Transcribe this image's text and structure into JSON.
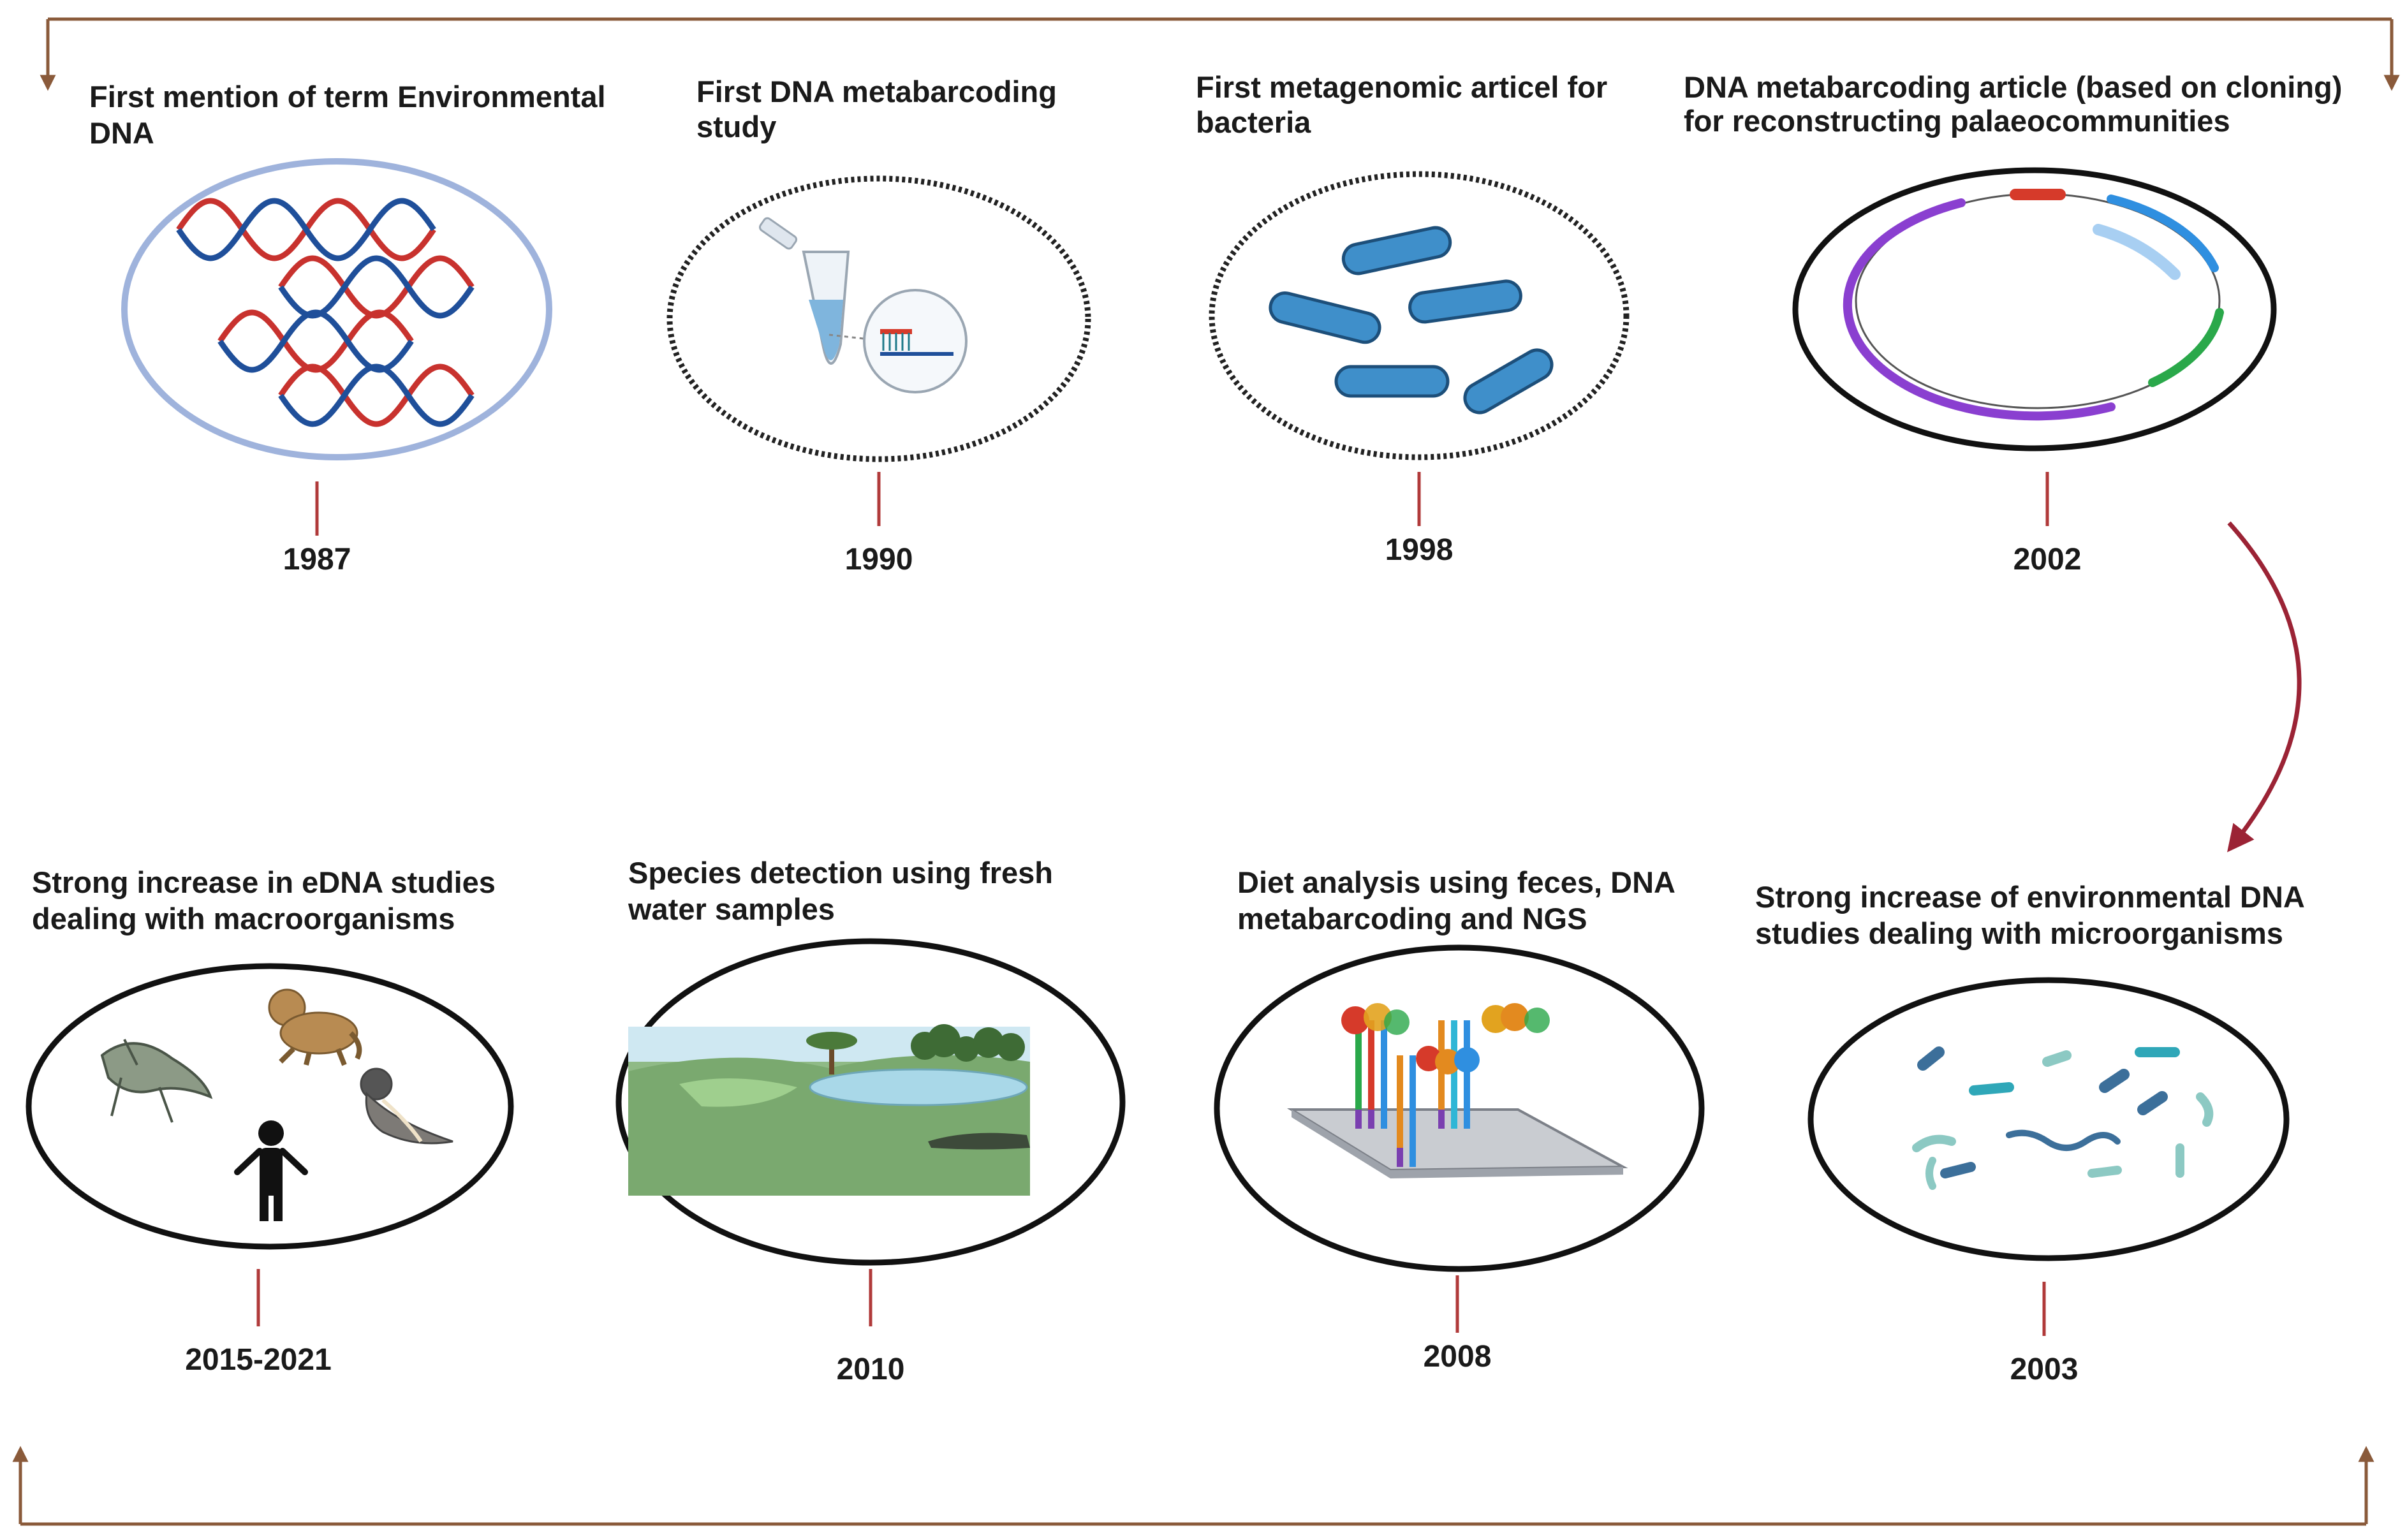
{
  "colors": {
    "frame_arrow": "#8a5a3a",
    "tick": "#b03a3a",
    "curve_arrow": "#9b2335",
    "dna_red": "#c8322e",
    "dna_blue": "#1f4f9a",
    "bacteria": "#3f8fca",
    "plasmid_purple": "#8a3fd0",
    "plasmid_blue": "#2f8fe0",
    "plasmid_green": "#2aa84a",
    "plasmid_red": "#d63a2a"
  },
  "events": [
    {
      "id": "e1987",
      "title_lines": [
        "First mention of term Environmental",
        "DNA"
      ],
      "year": "1987",
      "icon": "dna-double-helix-icon"
    },
    {
      "id": "e1990",
      "title_lines": [
        "First DNA metabarcoding",
        "study"
      ],
      "year": "1990",
      "icon": "pcr-tube-icon"
    },
    {
      "id": "e1998",
      "title_lines": [
        "First metagenomic articel for",
        "bacteria"
      ],
      "year": "1998",
      "icon": "bacteria-icon"
    },
    {
      "id": "e2002",
      "title_lines": [
        "DNA metabarcoding article (based on cloning)",
        "for reconstructing palaeocommunities"
      ],
      "year": "2002",
      "icon": "plasmid-icon"
    },
    {
      "id": "e2003",
      "title_lines": [
        "Strong increase of environmental DNA",
        "studies dealing with microorganisms"
      ],
      "year": "2003",
      "icon": "microorganisms-icon"
    },
    {
      "id": "e2008",
      "title_lines": [
        "Diet analysis using feces, DNA",
        "metabarcoding and NGS"
      ],
      "year": "2008",
      "icon": "ngs-chip-icon"
    },
    {
      "id": "e2010",
      "title_lines": [
        "Species detection using fresh",
        "water samples"
      ],
      "year": "2010",
      "icon": "freshwater-landscape-icon"
    },
    {
      "id": "e2015",
      "title_lines": [
        "Strong increase in eDNA studies",
        "dealing with macroorganisms"
      ],
      "year": "2015-2021",
      "icon": "macroorganisms-icon"
    }
  ]
}
